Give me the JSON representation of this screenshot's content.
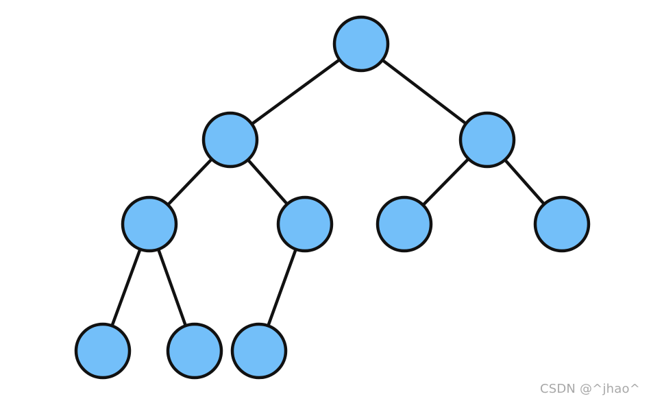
{
  "diagram": {
    "type": "binary-tree",
    "node_fill": "#73bff9",
    "node_stroke": "#111111",
    "edge_color": "#111111",
    "nodes": [
      {
        "id": "n1",
        "level": 0,
        "parent": null
      },
      {
        "id": "n2",
        "level": 1,
        "parent": "n1"
      },
      {
        "id": "n3",
        "level": 1,
        "parent": "n1"
      },
      {
        "id": "n4",
        "level": 2,
        "parent": "n2"
      },
      {
        "id": "n5",
        "level": 2,
        "parent": "n2"
      },
      {
        "id": "n6",
        "level": 2,
        "parent": "n3"
      },
      {
        "id": "n7",
        "level": 2,
        "parent": "n3"
      },
      {
        "id": "n8",
        "level": 3,
        "parent": "n4"
      },
      {
        "id": "n9",
        "level": 3,
        "parent": "n4"
      },
      {
        "id": "n10",
        "level": 3,
        "parent": "n5"
      }
    ]
  },
  "watermark": {
    "text": "CSDN @^jhao^"
  }
}
